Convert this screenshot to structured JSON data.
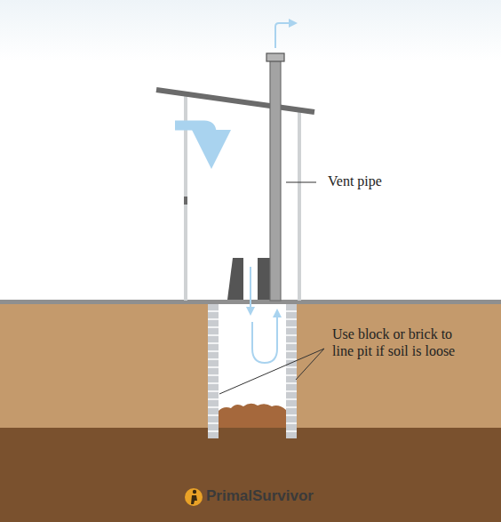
{
  "diagram": {
    "labels": [
      "Vent pipe",
      "Use block or brick to line pit if soil is loose",
      "PrimalSurvivor"
    ]
  }
}
